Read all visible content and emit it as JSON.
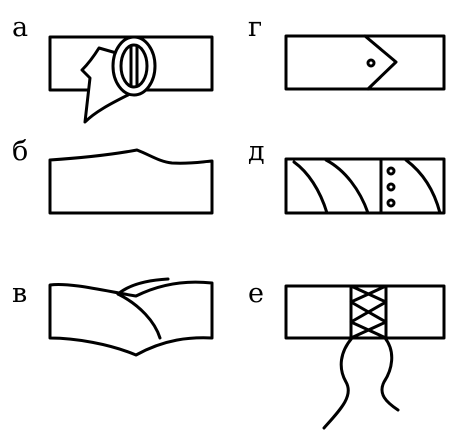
{
  "panels": [
    {
      "id": "a",
      "label": "а"
    },
    {
      "id": "b",
      "label": "б"
    },
    {
      "id": "v",
      "label": "в"
    },
    {
      "id": "g",
      "label": "г"
    },
    {
      "id": "d",
      "label": "д"
    },
    {
      "id": "e",
      "label": "е"
    }
  ],
  "colors": {
    "stroke": "#000000",
    "background": "#ffffff"
  }
}
